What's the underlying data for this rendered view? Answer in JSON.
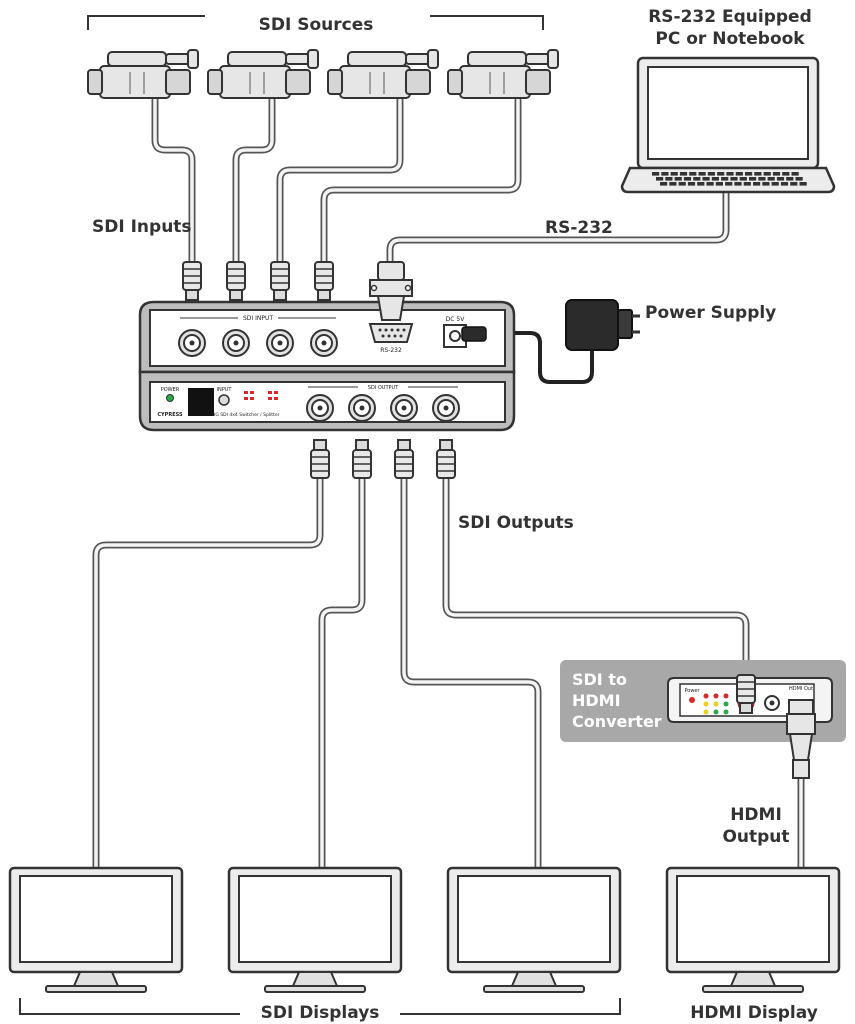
{
  "labels": {
    "sdi_sources": "SDI Sources",
    "rs232_pc_line1": "RS-232 Equipped",
    "rs232_pc_line2": "PC or Notebook",
    "sdi_inputs": "SDI Inputs",
    "rs232": "RS-232",
    "power_supply": "Power Supply",
    "sdi_outputs": "SDI Outputs",
    "converter_line1": "SDI to",
    "converter_line2": "HDMI",
    "converter_line3": "Converter",
    "hdmi_output_line1": "HDMI",
    "hdmi_output_line2": "Output",
    "sdi_displays": "SDI Displays",
    "hdmi_display": "HDMI Display"
  },
  "device": {
    "sdi_input_label": "SDI INPUT",
    "rs232_port_label": "RS-232",
    "dc_label": "DC 5V",
    "power_led_label": "POWER",
    "input_button_label": "INPUT",
    "sdi_output_label": "SDI OUTPUT",
    "brand": "CYPRESS",
    "model": "3G SDI 4x4 Switcher / Splitter"
  },
  "converter_panel": {
    "power_label": "Power",
    "hdmi_out_label": "HDMI Out"
  },
  "colors": {
    "line": "#333333",
    "device_fill": "#dcdcdc",
    "converter_bg": "#a8a8a8",
    "led_green": "#2aa84a",
    "led_red": "#d42a2a",
    "led_yellow": "#e8d020"
  }
}
